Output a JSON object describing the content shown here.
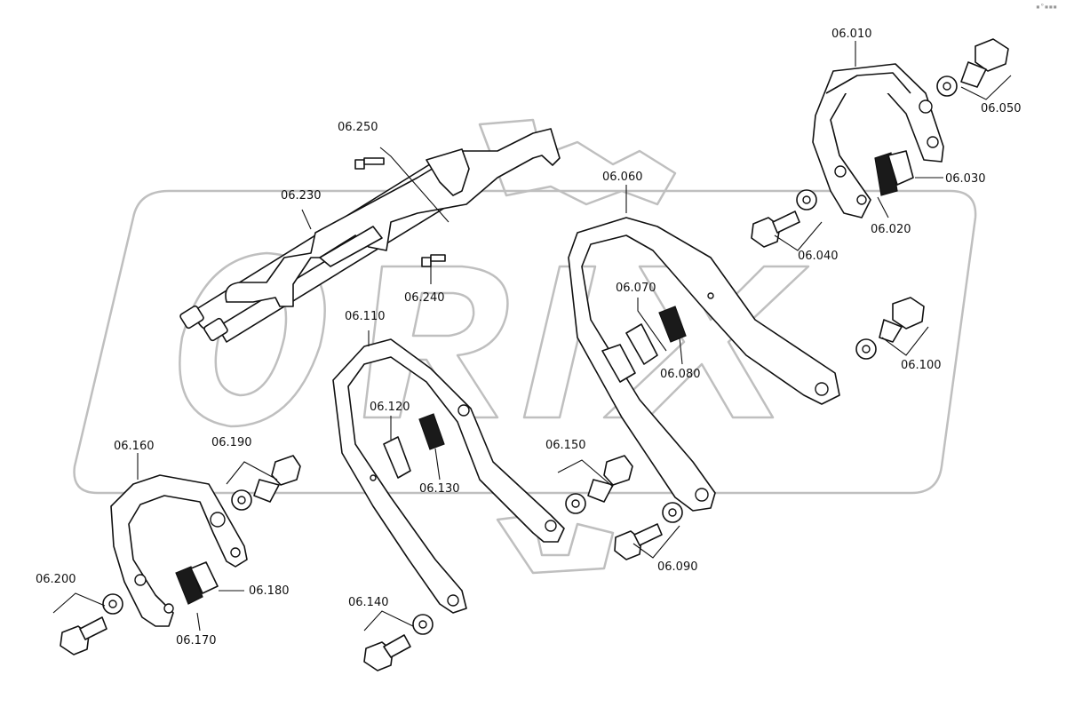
{
  "watermark": {
    "text": "ORIX"
  },
  "corner_mark": "▪°▪▪▪",
  "callouts": {
    "p06_010": "06.010",
    "p06_020": "06.020",
    "p06_030": "06.030",
    "p06_040": "06.040",
    "p06_050": "06.050",
    "p06_060": "06.060",
    "p06_070": "06.070",
    "p06_080": "06.080",
    "p06_090": "06.090",
    "p06_100": "06.100",
    "p06_110": "06.110",
    "p06_120": "06.120",
    "p06_130": "06.130",
    "p06_140": "06.140",
    "p06_150": "06.150",
    "p06_160": "06.160",
    "p06_170": "06.170",
    "p06_180": "06.180",
    "p06_190": "06.190",
    "p06_200": "06.200",
    "p06_230": "06.230",
    "p06_240": "06.240",
    "p06_250": "06.250"
  }
}
